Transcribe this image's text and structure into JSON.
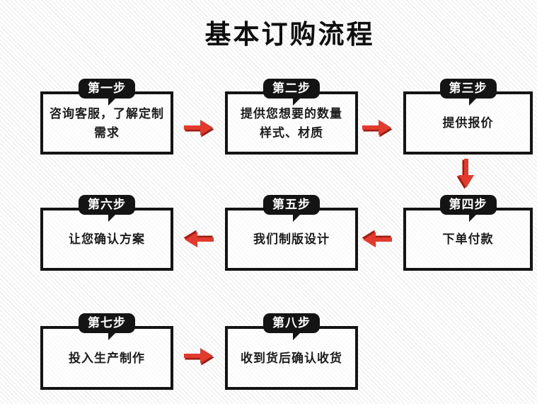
{
  "page": {
    "title": "基本订购流程"
  },
  "steps": [
    {
      "badge": "第一步",
      "lines": [
        "咨询客服，了解定制",
        "需求"
      ]
    },
    {
      "badge": "第二步",
      "lines": [
        "提供您想要的数量",
        "样式、材质"
      ]
    },
    {
      "badge": "第三步",
      "lines": [
        "提供报价"
      ]
    },
    {
      "badge": "第四步",
      "lines": [
        "下单付款"
      ]
    },
    {
      "badge": "第五步",
      "lines": [
        "我们制版设计"
      ]
    },
    {
      "badge": "第六步",
      "lines": [
        "让您确认方案"
      ]
    },
    {
      "badge": "第七步",
      "lines": [
        "投入生产制作"
      ]
    },
    {
      "badge": "第八步",
      "lines": [
        "收到货后确认收货"
      ]
    }
  ],
  "arrows": [
    {
      "from": "第一步",
      "to": "第二步",
      "direction": "right"
    },
    {
      "from": "第二步",
      "to": "第三步",
      "direction": "right"
    },
    {
      "from": "第三步",
      "to": "第四步",
      "direction": "down"
    },
    {
      "from": "第四步",
      "to": "第五步",
      "direction": "left"
    },
    {
      "from": "第五步",
      "to": "第六步",
      "direction": "left"
    },
    {
      "from": "第七步",
      "to": "第八步",
      "direction": "right"
    }
  ],
  "colors": {
    "arrow": "#e23a2c",
    "arrow_shadow": "#9e1b11",
    "box_border": "#141414",
    "badge_bg": "#141414",
    "badge_text": "#ffffff",
    "background": "#ffffff",
    "stripe": "#f0f0f0"
  }
}
